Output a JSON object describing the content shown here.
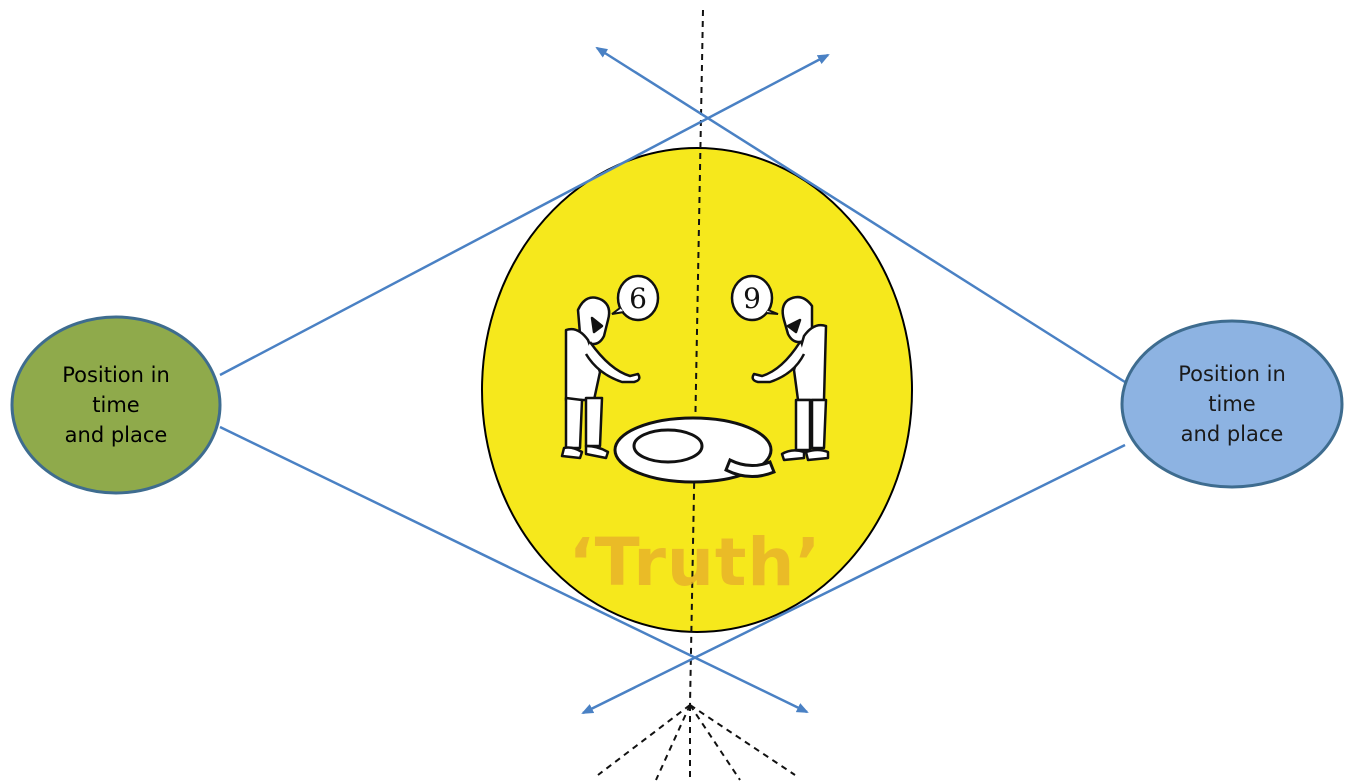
{
  "left_node": {
    "label": "Position in\ntime\nand place",
    "color": "#8faa4b"
  },
  "right_node": {
    "label": "Position in\ntime\nand place",
    "color": "#8db3e2"
  },
  "truth": {
    "label": "‘Truth’",
    "color": "#e8b42a",
    "circle_color": "#f6e81c"
  },
  "illustration": {
    "left_bubble": "6",
    "right_bubble": "9",
    "floor_number": "6"
  },
  "arrow_color": "#4a81c4"
}
